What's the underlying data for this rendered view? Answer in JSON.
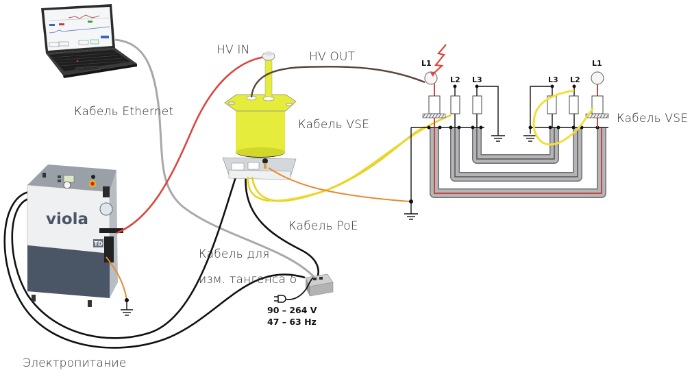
{
  "diagram": {
    "title": "Viola TD test setup connection diagram",
    "labels": {
      "ethernet_cable": "Кабель Ethernet",
      "hv_in": "HV IN",
      "hv_out": "HV OUT",
      "vse_cable_center": "Кабель VSE",
      "vse_cable_right": "Кабель VSE",
      "poe_cable": "Кабель PoE",
      "tan_delta_cable_line1": "Кабель для",
      "tan_delta_cable_line2": "изм. тангенса δ",
      "power_supply": "Электропитание"
    },
    "power_spec": {
      "voltage": "90 – 264 V",
      "frequency": "47 – 63 Hz"
    },
    "device": {
      "brand": "viola",
      "model_badge": "TD"
    },
    "cable_phases": {
      "left_end": [
        "L1",
        "L2",
        "L3"
      ],
      "right_end": [
        "L3",
        "L2",
        "L1"
      ]
    },
    "colors": {
      "hv_in_cable": "#d9473f",
      "hv_out_cable": "#5b4636",
      "vse_cable": "#f2df3a",
      "ground_cable": "#e8892e",
      "ethernet_cable": "#a8a8a8",
      "power_cable": "#111111",
      "transformer_body": "#e6ec3c",
      "cable_sheath": "#b5b5b8",
      "cable_core_l1": "#c0483f",
      "device_panel_dark": "#4a5566",
      "device_panel_light": "#eef0f2",
      "lightning": "#d9473f"
    }
  }
}
